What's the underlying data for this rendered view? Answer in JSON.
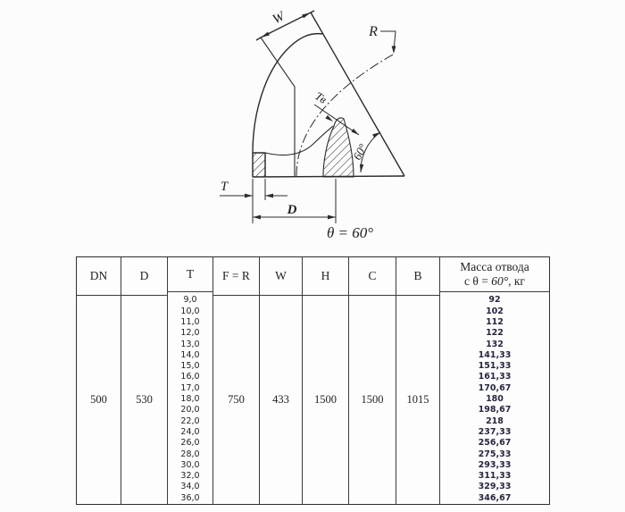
{
  "diagram": {
    "labels": {
      "w": "W",
      "r": "R",
      "tv": "Тв",
      "angle": "60°",
      "t": "T",
      "d": "D",
      "theta": "θ = 60°"
    }
  },
  "table": {
    "headers": [
      "DN",
      "D",
      "T",
      "F = R",
      "W",
      "H",
      "C",
      "B"
    ],
    "mass_header": {
      "line1": "Масса отвода",
      "line2_prefix": "с θ = ",
      "line2_angle": "60°",
      "line2_suffix": ", кг"
    },
    "values": {
      "dn": "500",
      "d": "530",
      "fr": "750",
      "w": "433",
      "h": "1500",
      "c": "1500",
      "b": "1015"
    },
    "t_values": [
      "9,0",
      "10,0",
      "11,0",
      "12,0",
      "13,0",
      "14,0",
      "15,0",
      "16,0",
      "17,0",
      "18,0",
      "20,0",
      "22,0",
      "24,0",
      "26,0",
      "28,0",
      "30,0",
      "32,0",
      "34,0",
      "36,0"
    ],
    "mass_values": [
      "92",
      "102",
      "112",
      "122",
      "132",
      "141,33",
      "151,33",
      "161,33",
      "170,67",
      "180",
      "198,67",
      "218",
      "237,33",
      "256,67",
      "275,33",
      "293,33",
      "311,33",
      "329,33",
      "346,67"
    ]
  },
  "colors": {
    "line": "#2b2b2b",
    "mass_text": "#26263f",
    "table_border": "#2f2f2f"
  }
}
